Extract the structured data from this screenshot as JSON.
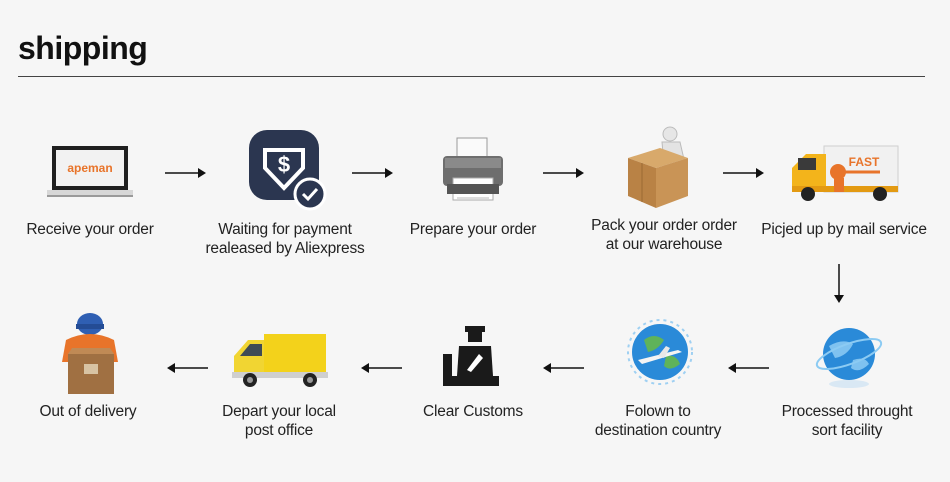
{
  "title": "shipping",
  "row1": [
    {
      "line1": "Receive your order",
      "line2": "",
      "icon": "computer-monitor-icon",
      "brand": "apeman"
    },
    {
      "line1": "Waiting for payment",
      "line2": "realeased by Aliexpress",
      "icon": "payment-dollar-icon"
    },
    {
      "line1": "Prepare your order",
      "line2": "",
      "icon": "printer-icon"
    },
    {
      "line1": "Pack your order order",
      "line2": "at our warehouse",
      "icon": "packing-box-icon"
    },
    {
      "line1": "Picjed up by mail service",
      "line2": "",
      "icon": "fast-delivery-truck-icon",
      "truck_text": "FAST"
    }
  ],
  "row2": [
    {
      "line1": "Out of delivery",
      "line2": "",
      "icon": "courier-with-box-icon"
    },
    {
      "line1": "Depart your local",
      "line2": "post office",
      "icon": "yellow-van-icon"
    },
    {
      "line1": "Clear Customs",
      "line2": "",
      "icon": "customs-officer-icon"
    },
    {
      "line1": "Folown to",
      "line2": "destination country",
      "icon": "globe-airplane-icon"
    },
    {
      "line1": "Processed throught",
      "line2": "sort facility",
      "icon": "blue-globe-icon"
    }
  ],
  "colors": {
    "accent_orange": "#e8742a",
    "navy": "#2b3650",
    "truck_yellow": "#f3d21b",
    "globe_blue": "#2a8ad8"
  }
}
